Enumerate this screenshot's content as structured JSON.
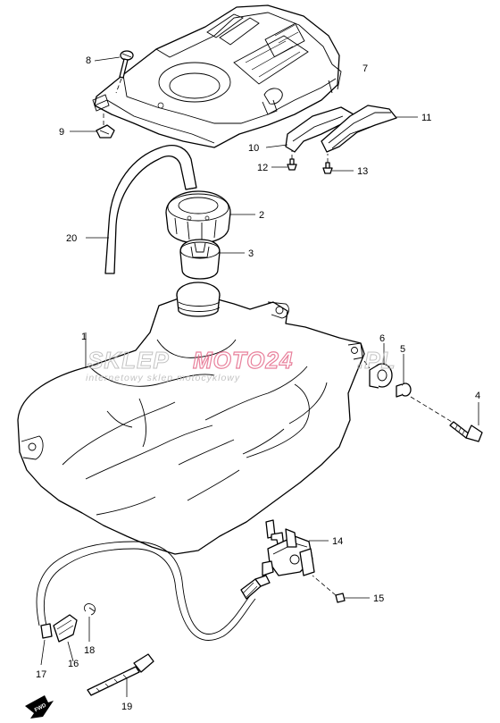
{
  "watermark": {
    "brand_left": "SKLEP",
    "brand_highlight": "MOTO24",
    "brand_right": ".PL",
    "tagline": "internetowy sklep motocyklowy"
  },
  "direction_badge": "FWD",
  "callouts": {
    "fuel_tank": "1",
    "fuel_cap": "2",
    "cap_gasket": "3",
    "bolt": "4",
    "spacer": "5",
    "rubber_cushion": "6",
    "tank_cover": "7",
    "cover_screw": "8",
    "nut_clip": "9",
    "bracket_left": "10",
    "bracket_right": "11",
    "screw_12": "12",
    "screw_13": "13",
    "fuel_valve": "14",
    "valve_screw": "15",
    "hose_fitting": "16",
    "fuel_hose": "17",
    "hose_clip": "18",
    "band_tie": "19",
    "breather_hose": "20"
  },
  "colors": {
    "line": "#000000",
    "watermark_grey": "#b8b8b8",
    "watermark_accent": "#e46a8a"
  }
}
